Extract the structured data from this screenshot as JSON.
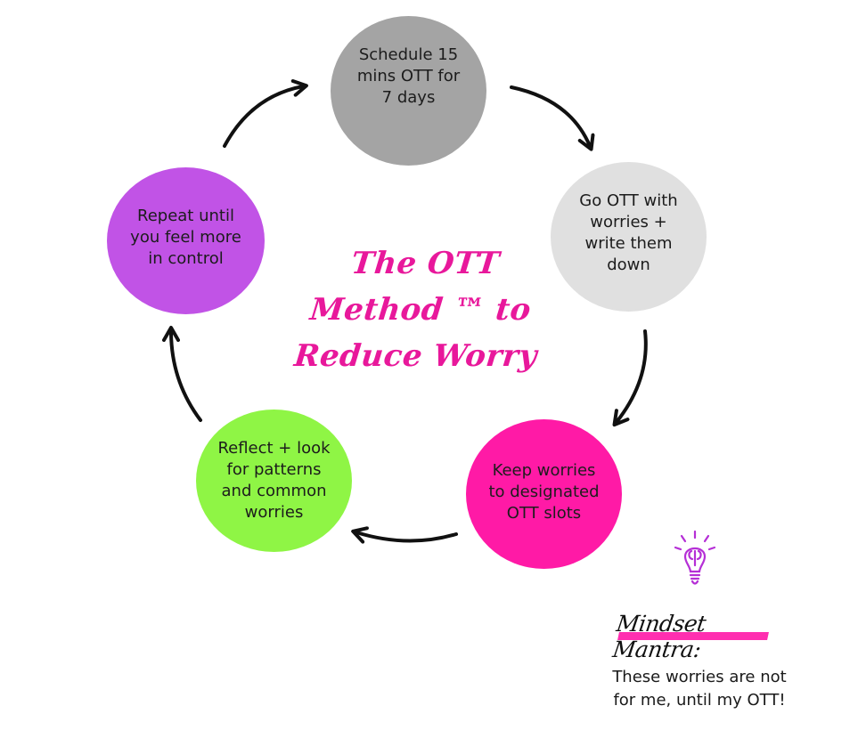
{
  "diagram": {
    "title_lines": [
      "The OTT",
      "Method ™ to",
      "Reduce Worry"
    ],
    "steps": [
      {
        "id": "schedule",
        "text": "Schedule 15\nmins OTT for\n7 days",
        "color": "#a4a4a4"
      },
      {
        "id": "goott",
        "text": "Go OTT with\nworries +\nwrite them\ndown",
        "color": "#e0e0e0"
      },
      {
        "id": "keep",
        "text": "Keep worries\nto designated\nOTT slots",
        "color": "#ff1aa6"
      },
      {
        "id": "reflect",
        "text": "Reflect + look\nfor patterns\nand common\nworries",
        "color": "#8ff545"
      },
      {
        "id": "repeat",
        "text": "Repeat until\nyou feel more\nin control",
        "color": "#c153e6"
      }
    ],
    "accent_color": "#e8189b"
  },
  "mantra": {
    "label": "Mindset Mantra:",
    "text": "These worries are not\nfor me, until my OTT!",
    "icon": "lightbulb-brain-icon",
    "highlight_color": "#ff2fb0"
  }
}
